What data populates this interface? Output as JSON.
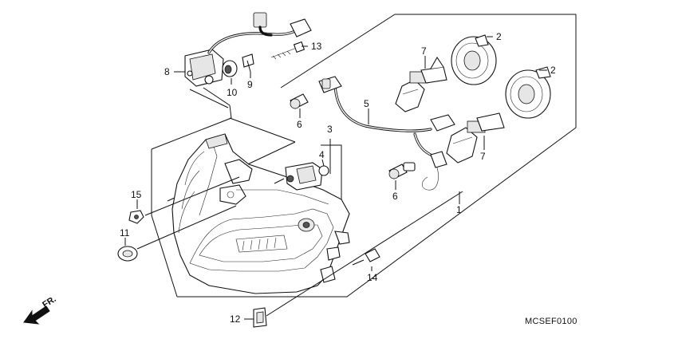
{
  "diagram": {
    "code": "MCSEF0100",
    "direction_label": "FR.",
    "callouts": [
      {
        "id": "c1",
        "label": "1"
      },
      {
        "id": "c2a",
        "label": "2"
      },
      {
        "id": "c2b",
        "label": "2"
      },
      {
        "id": "c3",
        "label": "3"
      },
      {
        "id": "c4",
        "label": "4"
      },
      {
        "id": "c5",
        "label": "5"
      },
      {
        "id": "c6a",
        "label": "6"
      },
      {
        "id": "c6b",
        "label": "6"
      },
      {
        "id": "c7a",
        "label": "7"
      },
      {
        "id": "c7b",
        "label": "7"
      },
      {
        "id": "c8",
        "label": "8"
      },
      {
        "id": "c9",
        "label": "9"
      },
      {
        "id": "c10",
        "label": "10"
      },
      {
        "id": "c11",
        "label": "11"
      },
      {
        "id": "c12",
        "label": "12"
      },
      {
        "id": "c13",
        "label": "13"
      },
      {
        "id": "c14",
        "label": "14"
      },
      {
        "id": "c15",
        "label": "15"
      }
    ]
  }
}
